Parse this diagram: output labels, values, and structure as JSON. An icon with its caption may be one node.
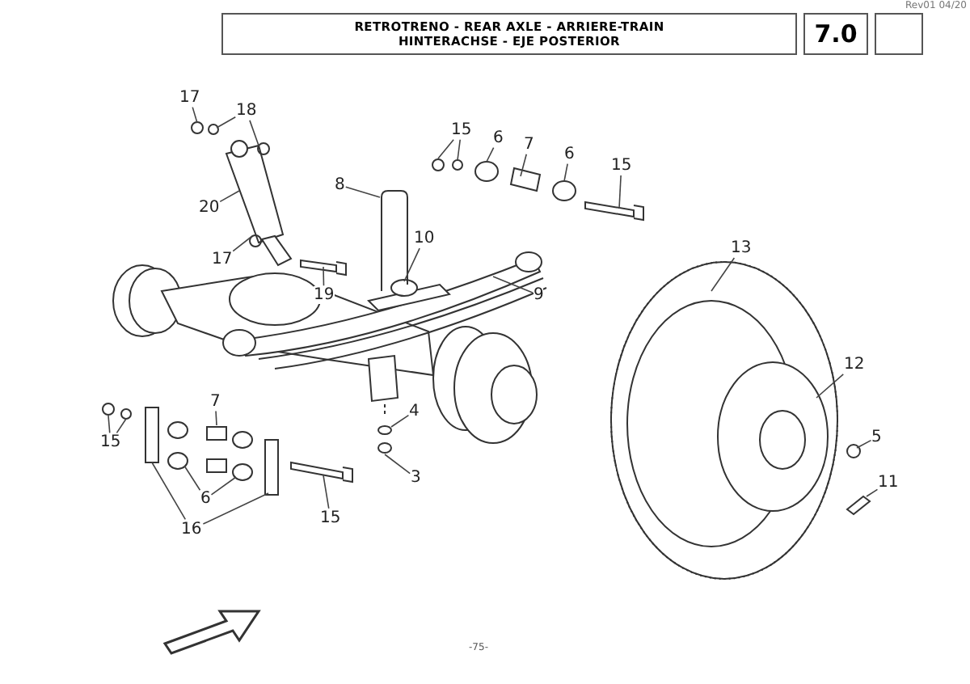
{
  "diagram": {
    "title": "RETROTRENO - REAR AXLE - ARRIERE-TRAIN HINTERACHSE - EJE POSTERIOR",
    "nodes": [
      {
        "text": [
          "17"
        ]
      },
      {
        "text": [
          "18"
        ]
      },
      {
        "text": [
          "20"
        ]
      },
      {
        "text": [
          "17"
        ]
      },
      {
        "text": [
          "19"
        ]
      },
      {
        "text": [
          "8"
        ]
      },
      {
        "text": [
          "10"
        ]
      },
      {
        "text": [
          "9"
        ]
      },
      {
        "text": [
          "15"
        ]
      },
      {
        "text": [
          "6"
        ]
      },
      {
        "text": [
          "7"
        ]
      },
      {
        "text": [
          "6"
        ]
      },
      {
        "text": [
          "15"
        ]
      },
      {
        "text": [
          "13"
        ]
      },
      {
        "text": [
          "12"
        ]
      },
      {
        "text": [
          "5"
        ]
      },
      {
        "text": [
          "11"
        ]
      },
      {
        "text": [
          "4"
        ]
      },
      {
        "text": [
          "3"
        ]
      },
      {
        "text": [
          "15"
        ]
      },
      {
        "text": [
          "7"
        ]
      },
      {
        "text": [
          "6"
        ]
      },
      {
        "text": [
          "16"
        ]
      },
      {
        "text": [
          "15"
        ]
      }
    ],
    "edges": [
      {
        "from": 0,
        "to": null,
        "arrow": "none"
      },
      {
        "from": 1,
        "to": null,
        "arrow": "none"
      },
      {
        "from": 1,
        "to": null,
        "arrow": "none"
      },
      {
        "from": 2,
        "to": null,
        "arrow": "none"
      },
      {
        "from": 3,
        "to": null,
        "arrow": "none"
      },
      {
        "from": 4,
        "to": null,
        "arrow": "none"
      },
      {
        "from": 5,
        "to": null,
        "arrow": "none"
      },
      {
        "from": 6,
        "to": null,
        "arrow": "none"
      },
      {
        "from": 7,
        "to": null,
        "arrow": "none"
      },
      {
        "from": 8,
        "to": null,
        "arrow": "none"
      },
      {
        "from": 8,
        "to": null,
        "arrow": "none"
      },
      {
        "from": 9,
        "to": null,
        "arrow": "none"
      },
      {
        "from": 10,
        "to": null,
        "arrow": "none"
      },
      {
        "from": 11,
        "to": null,
        "arrow": "none"
      },
      {
        "from": 12,
        "to": null,
        "arrow": "none"
      },
      {
        "from": 13,
        "to": null,
        "arrow": "none"
      },
      {
        "from": 14,
        "to": null,
        "arrow": "none"
      },
      {
        "from": 15,
        "to": null,
        "arrow": "none"
      },
      {
        "from": 16,
        "to": null,
        "arrow": "none"
      },
      {
        "from": 17,
        "to": null,
        "arrow": "none"
      },
      {
        "from": 18,
        "to": null,
        "arrow": "none"
      },
      {
        "from": 19,
        "to": null,
        "arrow": "none"
      },
      {
        "from": 19,
        "to": null,
        "arrow": "none"
      },
      {
        "from": 20,
        "to": null,
        "arrow": "none"
      },
      {
        "from": 21,
        "to": null,
        "arrow": "none"
      },
      {
        "from": 21,
        "to": null,
        "arrow": "none"
      },
      {
        "from": 22,
        "to": null,
        "arrow": "none"
      },
      {
        "from": 22,
        "to": null,
        "arrow": "none"
      },
      {
        "from": 23,
        "to": null,
        "arrow": "none"
      }
    ],
    "labels": [
      "Rev01 04/20",
      "7.0",
      "-75-"
    ]
  }
}
